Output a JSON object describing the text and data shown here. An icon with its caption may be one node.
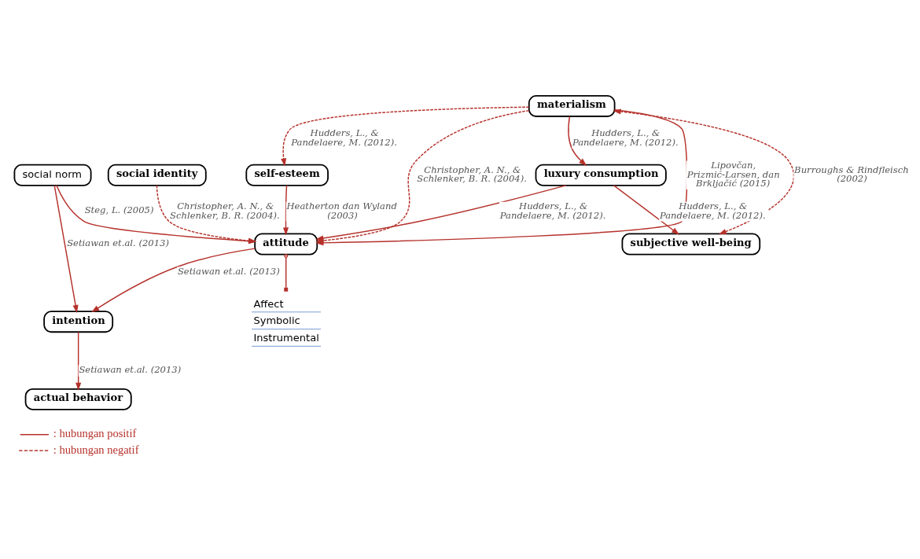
{
  "diagram": {
    "nodes": [
      {
        "text": [
          "self-esteem"
        ]
      },
      {
        "text": [
          "materialism"
        ]
      },
      {
        "text": [
          "subjective well-being"
        ]
      },
      {
        "text": [
          "social identity"
        ]
      },
      {
        "text": [
          "attitude"
        ]
      },
      {
        "text": [
          "intention"
        ]
      },
      {
        "text": [
          "social norm"
        ]
      },
      {
        "text": [
          "luxury consumption"
        ]
      },
      {
        "text": [
          "actual behavior"
        ]
      },
      {
        "text": [
          "Affect",
          "Symbolic",
          "Instrumental"
        ]
      }
    ],
    "edges": [
      {
        "from": 1,
        "to": 0,
        "arrow": "to",
        "style": "dashed",
        "label": "Hudders, L., & Pandelaere, M. (2012)."
      },
      {
        "from": 1,
        "to": 2,
        "arrow": "both",
        "style": "dashed",
        "label": "Burroughs & Rindfleisch (2002)"
      },
      {
        "from": 1,
        "to": 4,
        "arrow": "to",
        "style": "dashed",
        "label": "Christopher, A. N., & Schlenker, B. R. (2004)."
      },
      {
        "from": 1,
        "to": 4,
        "arrow": "to",
        "label": "Lipovčan, Prizmić-Larsen, dan Brkljačić (2015)"
      },
      {
        "from": 0,
        "to": 4,
        "arrow": "to",
        "label": "Heatherton dan Wyland (2003)"
      },
      {
        "from": 3,
        "to": 4,
        "arrow": "to",
        "style": "dashed",
        "label": "Christopher, A. N., & Schlenker, B. R. (2004)."
      },
      {
        "from": 1,
        "to": 7,
        "arrow": "to",
        "label": "Hudders, L., & Pandelaere, M. (2012)."
      },
      {
        "from": 4,
        "to": 9,
        "arrow": "other"
      },
      {
        "from": 4,
        "to": 5,
        "arrow": "to",
        "label": "Setiawan et.al. (2013)"
      },
      {
        "from": 7,
        "to": 2,
        "arrow": "to",
        "label": "Hudders, L., & Pandelaere, M. (2012)."
      },
      {
        "from": 6,
        "to": 4,
        "arrow": "to",
        "label": "Steg, L. (2005)"
      },
      {
        "from": 6,
        "to": 5,
        "arrow": "to",
        "label": "Setiawan et.al. (2013)"
      },
      {
        "from": 7,
        "to": 4,
        "arrow": "to",
        "label": "Hudders, L., & Pandelaere, M. (2012)."
      },
      {
        "from": 5,
        "to": 8,
        "arrow": "to",
        "label": "Setiawan et.al. (2013)"
      }
    ],
    "legend": [
      {
        "text": ": hubungan positif"
      },
      {
        "text": ": hubungan negatif"
      }
    ]
  }
}
